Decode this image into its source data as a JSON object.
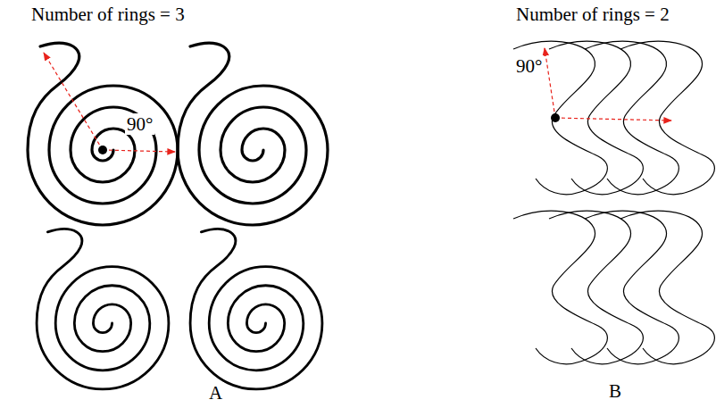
{
  "diagram": {
    "labels": [
      "Number of rings = 3",
      "90°",
      "Number of rings = 2",
      "90°",
      "A",
      "B"
    ]
  }
}
